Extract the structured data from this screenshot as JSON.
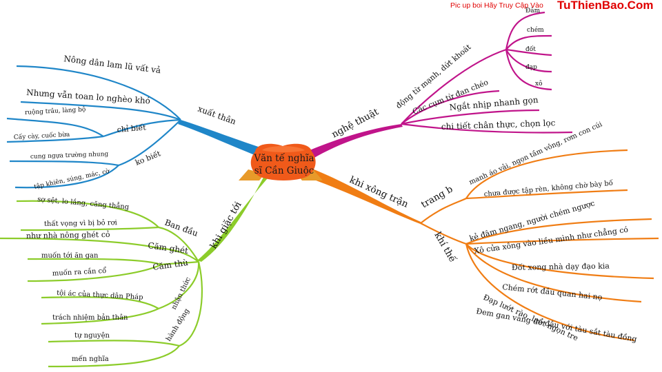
{
  "watermark": {
    "caption": "Pic up boi Hãy Truy Cập Vào",
    "site": "TuThienBao.Com"
  },
  "center": {
    "line1": "Văn tế nghĩa",
    "line2": "sĩ Cần Giuộc"
  },
  "colors": {
    "blue": "#1f86c8",
    "magenta": "#c0148a",
    "orange": "#f07d14",
    "green": "#8ccc2a",
    "center_fill": "#f05a1a",
    "center_tail": "#e89a2a"
  },
  "xuat_than": {
    "label": "xuất thân",
    "leaf1": "Nông dân lam lũ vất vả",
    "leaf2": "Nhưng vẫn toan lo nghèo khó",
    "chi_biet": {
      "label": "chỉ biết",
      "items": [
        "ruộng trâu, làng bộ",
        "Cấy cày, cuốc bừa"
      ]
    },
    "ko_biet": {
      "label": "ko biết",
      "items": [
        "cung ngựa trường nhung",
        "tập khiên, súng, mác, cờ"
      ]
    }
  },
  "nghe_thuat": {
    "label": "nghệ thuật",
    "dong_tu": {
      "label": "động từ mạnh, dứt khoát",
      "items": [
        "Đâm",
        "chém",
        "đốt",
        "đạp",
        "xô"
      ]
    },
    "leaves": [
      "Các cụm từ đan chéo",
      "Ngắt nhịp nhanh gọn",
      "chi tiết chân thực, chọn lọc"
    ]
  },
  "khi_xong_tran": {
    "label": "khi xông trận",
    "trang_b": {
      "label": "trang b",
      "items": [
        "manh áo vải, ngọn tầm vông, rơm con cúi",
        "chưa được tập rèn, không chờ bày bố"
      ]
    },
    "khi_the": {
      "label": "khí thế",
      "items": [
        "kẻ đâm ngang, người chém ngược",
        "Xô cửa xông vào liều mình như chẳng có",
        "Đốt xong nhà dạy đạo kia",
        "Chém rớt đầu quan hai nọ",
        "Đạp lướt rào, lướt ngọn tre",
        "Đem gan vàng để đâu với tàu sắt tàu đồng"
      ]
    }
  },
  "khi_giac_toi": {
    "label": "khi giặc tới",
    "ban_dau": {
      "label": "Ban đầu",
      "items": [
        "sợ sệt, lo lắng, căng thẳng",
        "thất vọng vì bị bỏ rơi"
      ]
    },
    "cam_ghet": {
      "label": "Căm ghét",
      "items": [
        "như nhà nông ghét cỏ"
      ]
    },
    "cam_thu": {
      "label": "Căm thù",
      "items": [
        "muốn tới ăn gan",
        "muốn ra cắn cổ"
      ]
    },
    "nhan_thuc": {
      "label": "nhận thức",
      "items": [
        "tội ác của thực dân Pháp",
        "trách nhiệm bản thân"
      ]
    },
    "hanh_dong": {
      "label": "hành động",
      "items": [
        "tự nguyện",
        "mến nghĩa"
      ]
    }
  }
}
